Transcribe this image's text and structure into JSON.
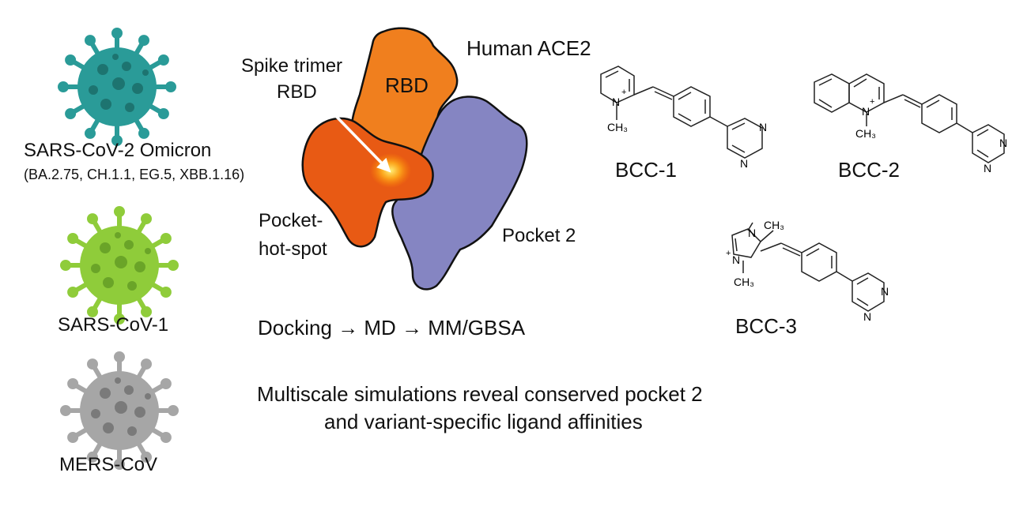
{
  "viruses": [
    {
      "name": "SARS-CoV-2 Omicron",
      "variants": "(BA.2.75, CH.1.1, EG.5, XBB.1.16)",
      "color": "#2a9b98",
      "dark": "#1d7470"
    },
    {
      "name": "SARS-CoV-1",
      "color": "#8fcc3a",
      "dark": "#6aa428"
    },
    {
      "name": "MERS-CoV",
      "color": "#a6a6a6",
      "dark": "#7a7a7a"
    }
  ],
  "protein": {
    "spike_label_line1": "Spike trimer",
    "spike_label_line2": "RBD",
    "rbd_label": "RBD",
    "ace2_label": "Human ACE2",
    "hotspot_line1": "Pocket-",
    "hotspot_line2": "hot-spot",
    "pocket2_label": "Pocket 2",
    "colors": {
      "rbd": "#f07f1e",
      "spike": "#e85a14",
      "ace2": "#8585c2"
    }
  },
  "workflow": "Docking → MD → MM/GBSA",
  "summary_line1": "Multiscale simulations reveal conserved pocket 2",
  "summary_line2": "and variant-specific ligand affinities",
  "ligands": [
    {
      "name": "BCC-1",
      "atoms": {
        "n_plus": "N",
        "charge": "+",
        "methyl": "CH₃",
        "pyr_n1": "N",
        "pyr_n2": "N"
      }
    },
    {
      "name": "BCC-2",
      "atoms": {
        "n_plus": "N",
        "charge": "+",
        "methyl": "CH₃",
        "pyr_n1": "N",
        "pyr_n2": "N"
      }
    },
    {
      "name": "BCC-3",
      "atoms": {
        "n_top": "N",
        "methyl_top": "CH₃",
        "n_plus": "N",
        "charge": "+",
        "methyl_bottom": "CH₃",
        "pyr_n1": "N",
        "pyr_n2": "N"
      }
    }
  ]
}
